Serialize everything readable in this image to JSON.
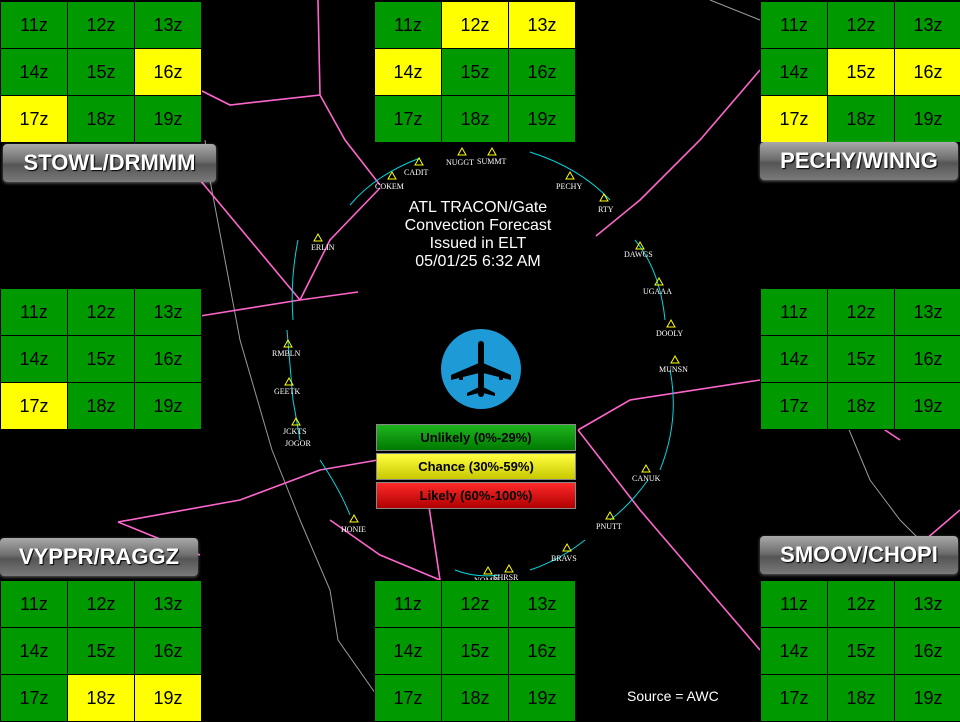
{
  "title": {
    "line1": "ATL TRACON/Gate",
    "line2": "Convection Forecast",
    "line3": "Issued in ELT",
    "line4": "05/01/25  6:32 AM"
  },
  "source": "Source = AWC",
  "colors": {
    "unlikely": "#009a00",
    "chance": "#ffff00",
    "likely": "#e00000"
  },
  "legend": [
    {
      "label": "Unlikely (0%-29%)",
      "level": "unlikely"
    },
    {
      "label": "Chance (30%-59%)",
      "level": "chance"
    },
    {
      "label": "Likely (60%-100%)",
      "level": "likely"
    }
  ],
  "hours": [
    "11z",
    "12z",
    "13z",
    "14z",
    "15z",
    "16z",
    "17z",
    "18z",
    "19z"
  ],
  "gates": {
    "nw": {
      "label": "STOWL/DRMMM",
      "levels": [
        "unlikely",
        "unlikely",
        "unlikely",
        "unlikely",
        "unlikely",
        "chance",
        "chance",
        "unlikely",
        "unlikely"
      ]
    },
    "north": {
      "levels": [
        "unlikely",
        "chance",
        "chance",
        "chance",
        "unlikely",
        "unlikely",
        "unlikely",
        "unlikely",
        "unlikely"
      ]
    },
    "ne": {
      "label": "PECHY/WINNG",
      "levels": [
        "unlikely",
        "unlikely",
        "unlikely",
        "unlikely",
        "chance",
        "chance",
        "chance",
        "unlikely",
        "unlikely"
      ]
    },
    "west": {
      "levels": [
        "unlikely",
        "unlikely",
        "unlikely",
        "unlikely",
        "unlikely",
        "unlikely",
        "chance",
        "unlikely",
        "unlikely"
      ]
    },
    "east": {
      "levels": [
        "unlikely",
        "unlikely",
        "unlikely",
        "unlikely",
        "unlikely",
        "unlikely",
        "unlikely",
        "unlikely",
        "unlikely"
      ]
    },
    "sw": {
      "label": "VYPPR/RAGGZ",
      "levels": [
        "unlikely",
        "unlikely",
        "unlikely",
        "unlikely",
        "unlikely",
        "unlikely",
        "unlikely",
        "chance",
        "chance"
      ]
    },
    "south": {
      "levels": [
        "unlikely",
        "unlikely",
        "unlikely",
        "unlikely",
        "unlikely",
        "unlikely",
        "unlikely",
        "unlikely",
        "unlikely"
      ]
    },
    "se": {
      "label": "SMOOV/CHOPI",
      "levels": [
        "unlikely",
        "unlikely",
        "unlikely",
        "unlikely",
        "unlikely",
        "unlikely",
        "unlikely",
        "unlikely",
        "unlikely"
      ]
    }
  },
  "fixes": [
    "NUGGT",
    "SUMMT",
    "CADIT",
    "COKEM",
    "PECHY",
    "RTY",
    "ERLIN",
    "DAWGS",
    "UGAAA",
    "DOOLY",
    "RMBLN",
    "MUNSN",
    "GEETK",
    "JCKTS",
    "JOGOR",
    "CANUK",
    "HONIE",
    "PNUTT",
    "BRAVS",
    "SHRSR",
    "NOMN"
  ]
}
